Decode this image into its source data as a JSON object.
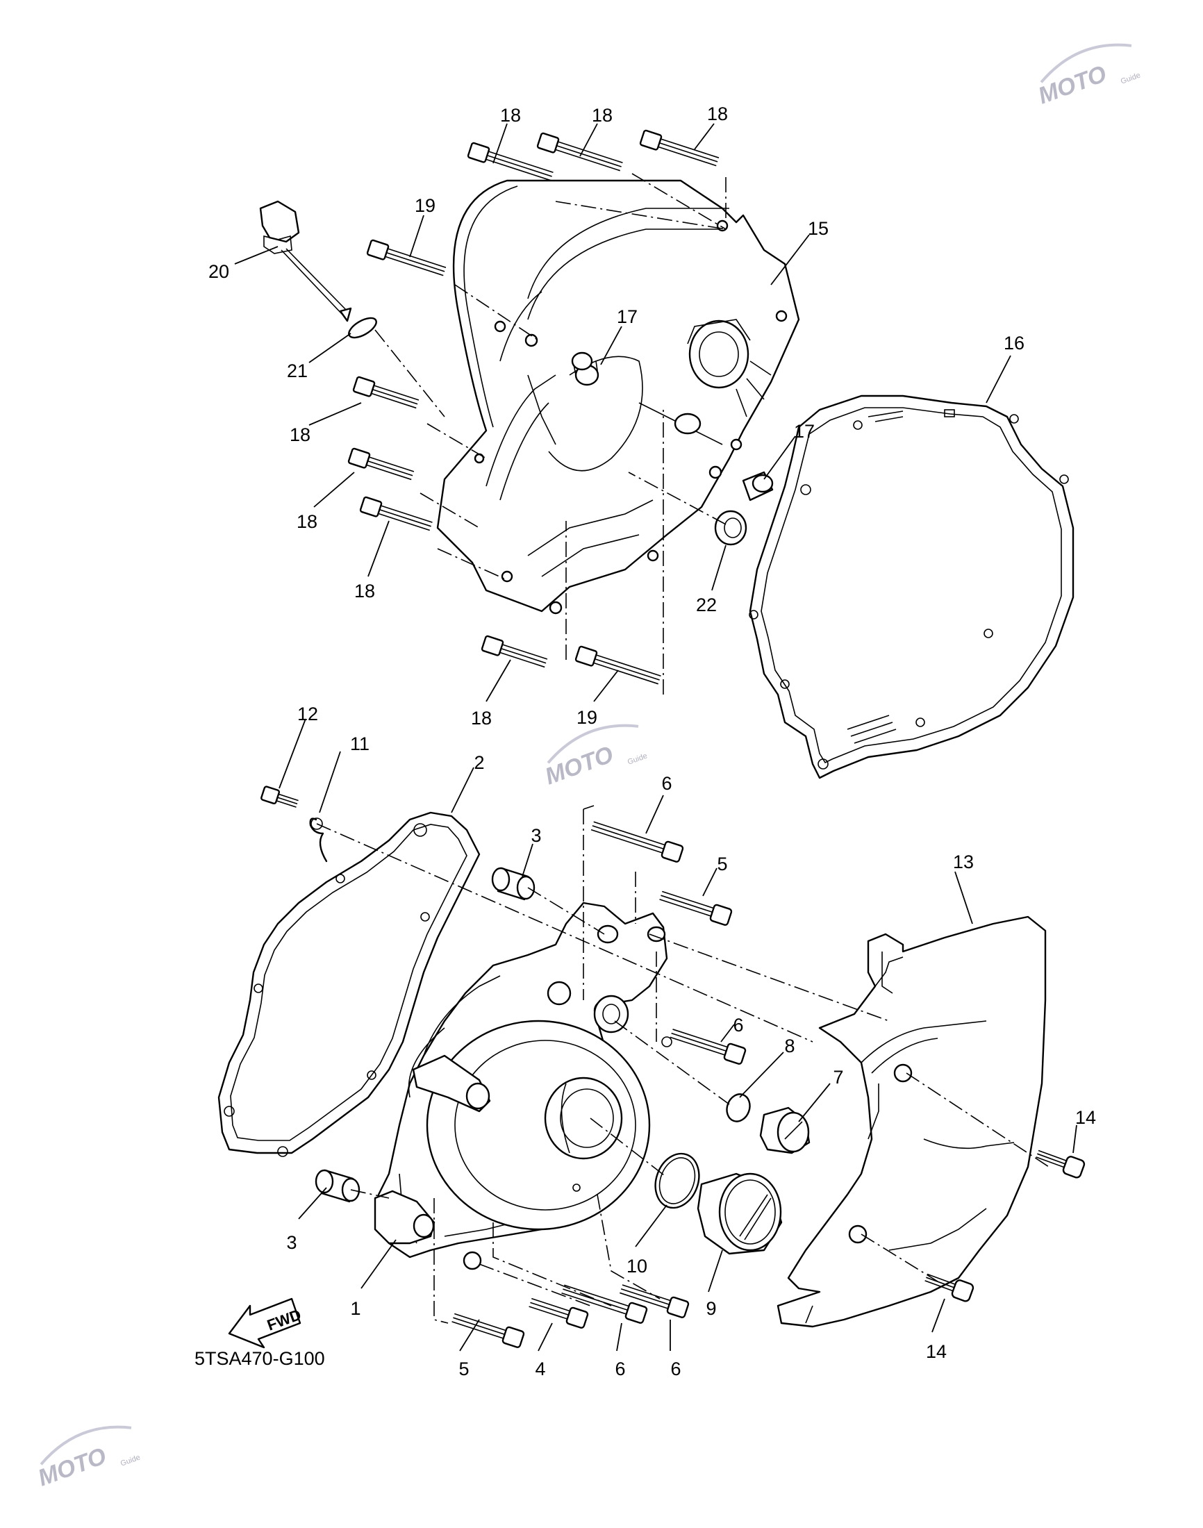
{
  "diagram": {
    "drawing_code": "5TSA470-G100",
    "fwd_label": "FWD",
    "watermark": {
      "text": "MOTO",
      "sub": "Guide"
    },
    "callouts": [
      {
        "id": "c18a",
        "text": "18"
      },
      {
        "id": "c18b",
        "text": "18"
      },
      {
        "id": "c18c",
        "text": "18"
      },
      {
        "id": "c19a",
        "text": "19"
      },
      {
        "id": "c15",
        "text": "15"
      },
      {
        "id": "c20",
        "text": "20"
      },
      {
        "id": "c17a",
        "text": "17"
      },
      {
        "id": "c21",
        "text": "21"
      },
      {
        "id": "c16",
        "text": "16"
      },
      {
        "id": "c18d",
        "text": "18"
      },
      {
        "id": "c17b",
        "text": "17"
      },
      {
        "id": "c18e",
        "text": "18"
      },
      {
        "id": "c18f",
        "text": "18"
      },
      {
        "id": "c22",
        "text": "22"
      },
      {
        "id": "c18g",
        "text": "18"
      },
      {
        "id": "c19b",
        "text": "19"
      },
      {
        "id": "c12",
        "text": "12"
      },
      {
        "id": "c11",
        "text": "11"
      },
      {
        "id": "c2",
        "text": "2"
      },
      {
        "id": "c6a",
        "text": "6"
      },
      {
        "id": "c3a",
        "text": "3"
      },
      {
        "id": "c5a",
        "text": "5"
      },
      {
        "id": "c13",
        "text": "13"
      },
      {
        "id": "c6b",
        "text": "6"
      },
      {
        "id": "c8",
        "text": "8"
      },
      {
        "id": "c7",
        "text": "7"
      },
      {
        "id": "c14a",
        "text": "14"
      },
      {
        "id": "c3b",
        "text": "3"
      },
      {
        "id": "c10",
        "text": "10"
      },
      {
        "id": "c1",
        "text": "1"
      },
      {
        "id": "c9",
        "text": "9"
      },
      {
        "id": "c14b",
        "text": "14"
      },
      {
        "id": "c5b",
        "text": "5"
      },
      {
        "id": "c4",
        "text": "4"
      },
      {
        "id": "c6c",
        "text": "6"
      },
      {
        "id": "c6d",
        "text": "6"
      }
    ]
  }
}
